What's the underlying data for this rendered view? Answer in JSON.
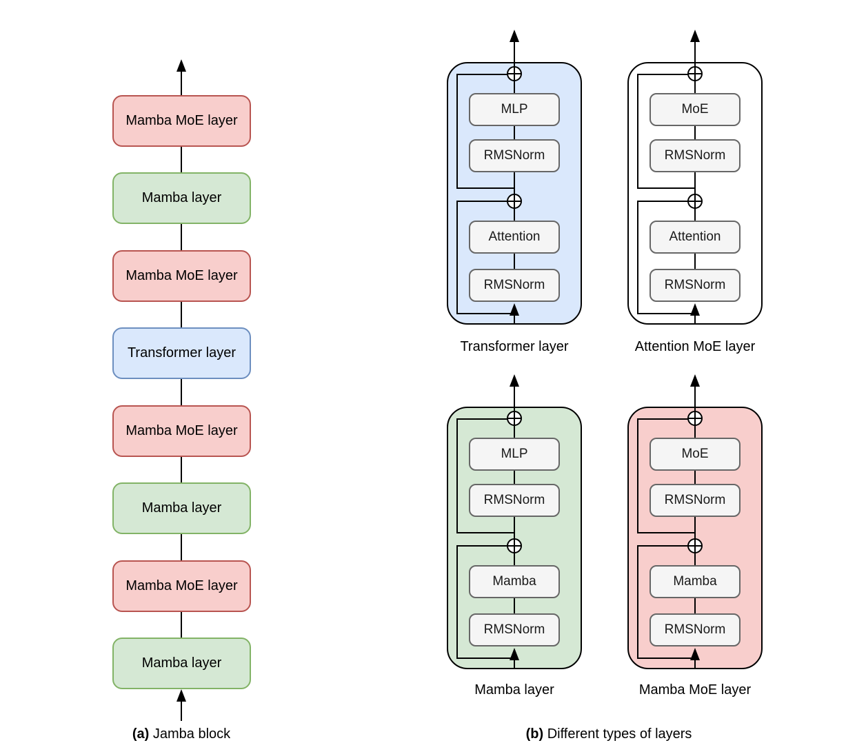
{
  "figure": {
    "captions": {
      "a": {
        "prefix": "(a)",
        "text": "Jamba block"
      },
      "b": {
        "prefix": "(b)",
        "text": "Different types of layers"
      }
    }
  },
  "jamba_block": {
    "layers": [
      {
        "label": "Mamba MoE layer",
        "type": "red"
      },
      {
        "label": "Mamba layer",
        "type": "green"
      },
      {
        "label": "Mamba MoE layer",
        "type": "red"
      },
      {
        "label": "Transformer layer",
        "type": "blue"
      },
      {
        "label": "Mamba MoE layer",
        "type": "red"
      },
      {
        "label": "Mamba layer",
        "type": "green"
      },
      {
        "label": "Mamba MoE layer",
        "type": "red"
      },
      {
        "label": "Mamba layer",
        "type": "green"
      }
    ]
  },
  "layer_types": [
    {
      "id": "transformer",
      "label": "Transformer layer",
      "boxes": [
        "MLP",
        "RMSNorm",
        "Attention",
        "RMSNorm"
      ]
    },
    {
      "id": "attention_moe",
      "label": "Attention MoE layer",
      "boxes": [
        "MoE",
        "RMSNorm",
        "Attention",
        "RMSNorm"
      ]
    },
    {
      "id": "mamba",
      "label": "Mamba layer",
      "boxes": [
        "MLP",
        "RMSNorm",
        "Mamba",
        "RMSNorm"
      ]
    },
    {
      "id": "mamba_moe",
      "label": "Mamba MoE layer",
      "boxes": [
        "MoE",
        "RMSNorm",
        "Mamba",
        "RMSNorm"
      ]
    }
  ],
  "palette": {
    "red_fill": "#f8cecc",
    "red_stroke": "#b85450",
    "green_fill": "#d5e8d4",
    "green_stroke": "#82b366",
    "blue_fill": "#dae8fc",
    "blue_stroke": "#6c8ebf",
    "opbox_fill": "#f5f5f5",
    "opbox_stroke": "#666666",
    "line": "#000000",
    "background": "#ffffff"
  }
}
